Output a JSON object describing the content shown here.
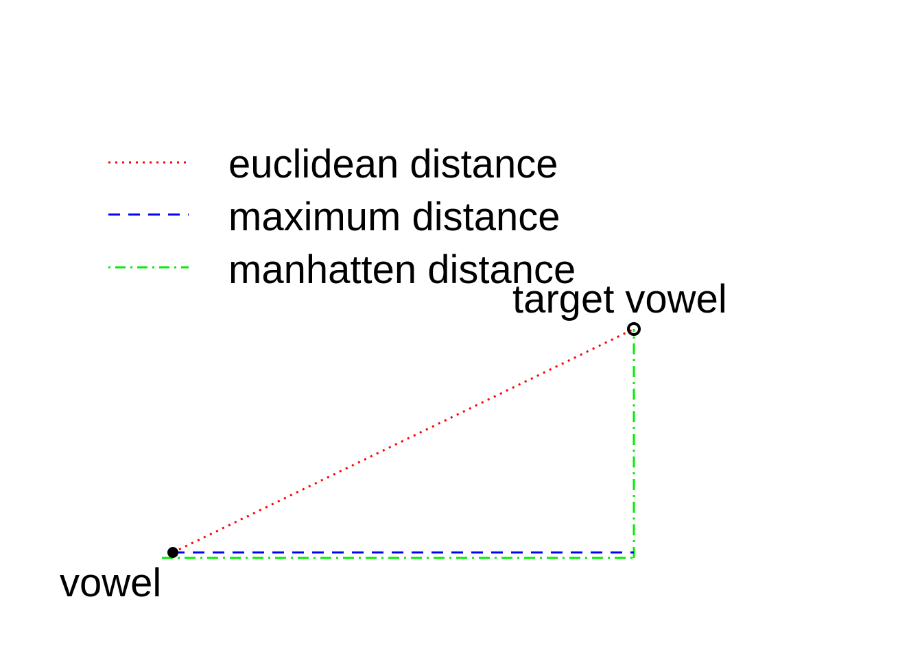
{
  "legend": {
    "items": [
      {
        "key": "euclidean",
        "label": "euclidean distance",
        "color": "#ff0000",
        "line_style": "dotted"
      },
      {
        "key": "maximum",
        "label": "maximum distance",
        "color": "#0000ff",
        "line_style": "dashed"
      },
      {
        "key": "manhattan",
        "label": "manhatten distance",
        "color": "#00ee00",
        "line_style": "dot-dash"
      }
    ]
  },
  "points": {
    "vowel": {
      "label": "vowel",
      "color": "#000000"
    },
    "target": {
      "label": "target vowel",
      "color": "#000000"
    }
  }
}
